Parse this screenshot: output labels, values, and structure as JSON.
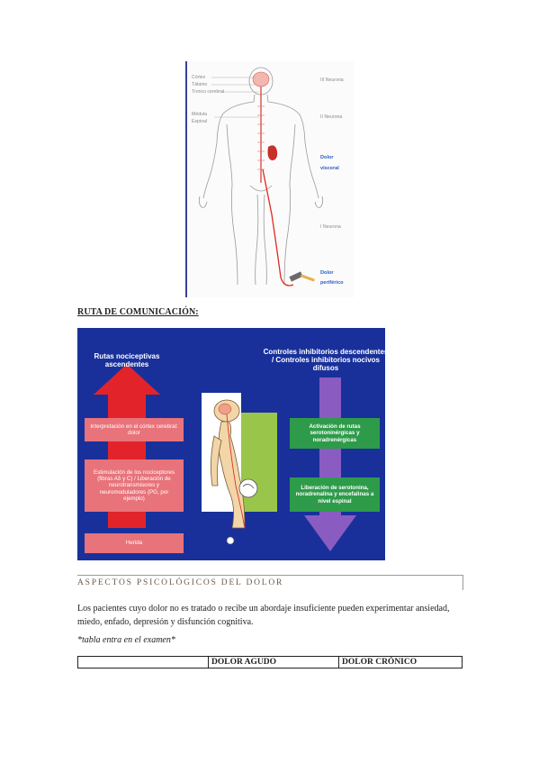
{
  "figure1": {
    "left_labels": [
      "Córtex",
      "Tálamo",
      "Tronco cerebral",
      "Médula",
      "Espinal"
    ],
    "right_labels": {
      "neurona_3": "III Neurona",
      "neurona_2": "II Neurona",
      "visceral_1": "Dolor",
      "visceral_2": "visceral",
      "neurona_1": "I Neurona",
      "periferico_1": "Dolor",
      "periferico_2": "periférico"
    }
  },
  "section_title": "RUTA DE COMUNICACIÓN:",
  "figure2": {
    "left_title": "Rutas nociceptivas ascendentes",
    "right_title": "Controles inhibitorios descendentes / Controles inhibitorios nocivos difusos",
    "box_interpretacion": "Interpretación en el córtex cerebral: dolor",
    "box_estimulacion": "Estimulación de los nociceptores (fibras Aδ y C) / Liberación de neurotransmisores y neuromoduladores (PG, por ejemplo)",
    "box_herida": "Herida",
    "box_activacion": "Activación de rutas serotoninérgicas y noradrenérgicas",
    "box_liberacion": "Liberación de serotonina, noradrenalina y encefalinas a nivel espinal",
    "colors": {
      "background": "#19309b",
      "red_arrow": "#e2242a",
      "purple_arrow": "#8a5cc2",
      "red_box": "#e8737a",
      "green_box": "#2e9b4a",
      "green_panel": "#9ac54b"
    }
  },
  "heading": "ASPECTOS PSICOLÓGICOS DEL DOLOR",
  "paragraph": "Los pacientes cuyo dolor no es tratado o recibe un abordaje insuficiente pueden experimentar ansiedad, miedo, enfado, depresión y disfunción cognitiva.",
  "note": "*tabla entra en el examen*",
  "table": {
    "headers": [
      "",
      "DOLOR AGUDO",
      "DOLOR CRÓNICO"
    ]
  }
}
